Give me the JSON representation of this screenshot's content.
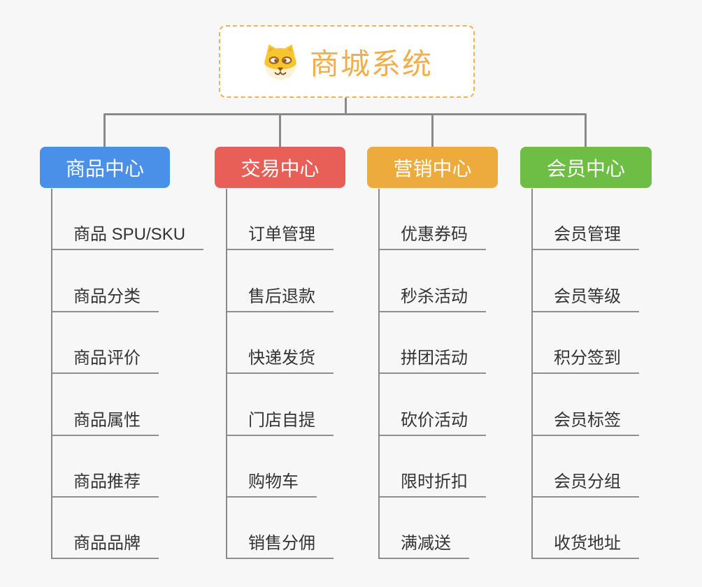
{
  "page": {
    "background_color": "#f7f7f7",
    "connector_color": "#8a8a8a"
  },
  "root": {
    "title": "商城系统",
    "icon": "shiba-dog-icon",
    "text_color": "#f2ae4c",
    "border_color": "#f2b254"
  },
  "branches": [
    {
      "label": "商品中心",
      "color": "#4a90e8",
      "children": [
        "商品 SPU/SKU",
        "商品分类",
        "商品评价",
        "商品属性",
        "商品推荐",
        "商品品牌"
      ]
    },
    {
      "label": "交易中心",
      "color": "#e85f58",
      "children": [
        "订单管理",
        "售后退款",
        "快递发货",
        "门店自提",
        "购物车",
        "销售分佣"
      ]
    },
    {
      "label": "营销中心",
      "color": "#eeab3d",
      "children": [
        "优惠券码",
        "秒杀活动",
        "拼团活动",
        "砍价活动",
        "限时折扣",
        "满减送"
      ]
    },
    {
      "label": "会员中心",
      "color": "#6ebd44",
      "children": [
        "会员管理",
        "会员等级",
        "积分签到",
        "会员标签",
        "会员分组",
        "收货地址"
      ]
    }
  ]
}
